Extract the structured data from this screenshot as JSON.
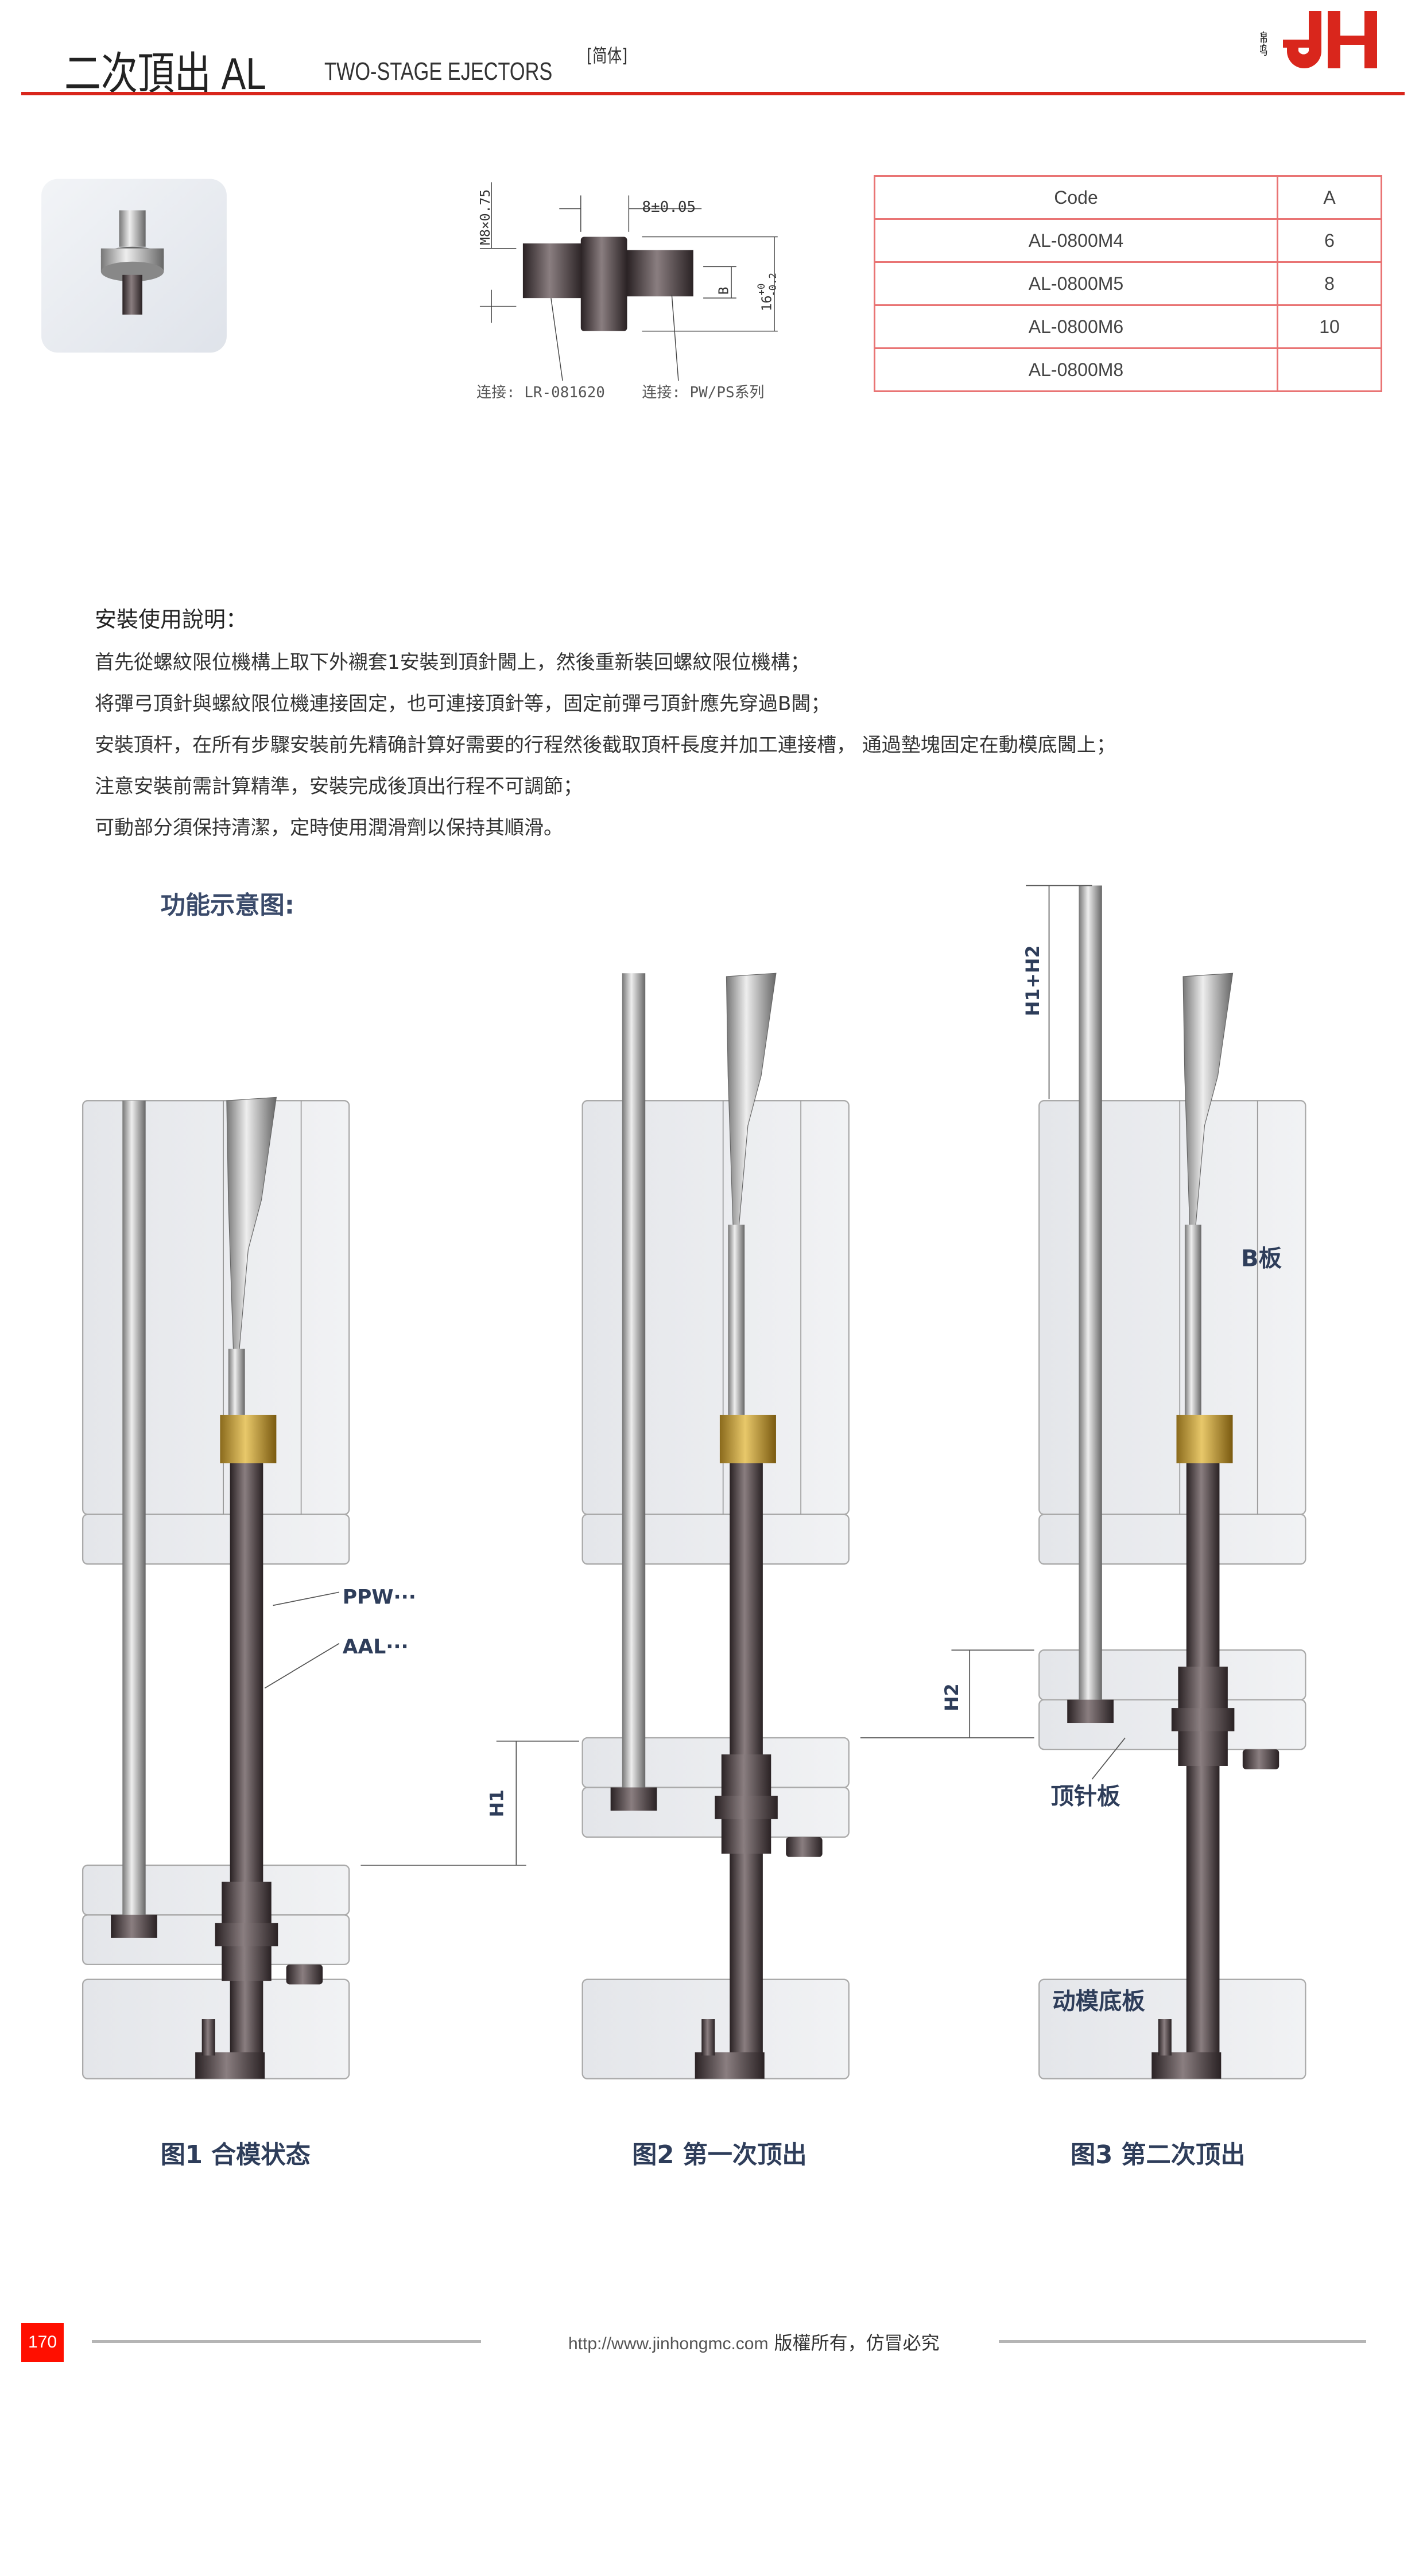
{
  "header": {
    "title": "二次頂出 AL",
    "subtitle": "TWO-STAGE EJECTORS",
    "variant": "[简体]",
    "logo_text": "锦鸿 JH",
    "accent": "#d9261c"
  },
  "drawing": {
    "thread_dim": "M8×0.75",
    "collar_dim": "8±0.05",
    "b_label": "B",
    "height_dim": "16",
    "height_tol_upper": "+0",
    "height_tol_lower": "-0.2",
    "connect_left": "连接: LR-081620",
    "connect_right": "连接: PW/PS系列"
  },
  "table": {
    "headers": [
      "Code",
      "A"
    ],
    "rows": [
      [
        "AL-0800M4",
        "6"
      ],
      [
        "AL-0800M5",
        "8"
      ],
      [
        "AL-0800M6",
        "10"
      ],
      [
        "AL-0800M8",
        ""
      ]
    ]
  },
  "instructions": {
    "title": "安裝使用說明：",
    "lines": [
      "首先從螺紋限位機構上取下外襯套1安裝到頂針閪上，然後重新裝回螺紋限位機構；",
      "将彈弓頂針與螺紋限位機連接固定，也可連接頂針等，固定前彈弓頂針應先穿過B閪；",
      "安裝頂杆，在所有步驟安裝前先精确計算好需要的行程然後截取頂杆長度并加工連接槽， 通過墊塊固定在動模底閪上；",
      "注意安裝前需計算精準，安裝完成後頂出行程不可調節；",
      "可動部分須保持清潔，定時使用潤滑劑以保持其順滑。"
    ]
  },
  "figures": {
    "heading": "功能示意图:",
    "labels": {
      "ppw": "PPW···",
      "aal": "AAL···",
      "h1": "H1",
      "h2": "H2",
      "h1h2": "H1+H2",
      "b_plate": "B板",
      "ejector_plate": "顶针板",
      "bottom_plate": "动模底板"
    },
    "captions": [
      "图1  合模状态",
      "图2  第一次顶出",
      "图3  第二次顶出"
    ]
  },
  "footer": {
    "page": "170",
    "url": "http://www.jinhongmc.com",
    "copyright": "版權所有，仿冒必究"
  }
}
